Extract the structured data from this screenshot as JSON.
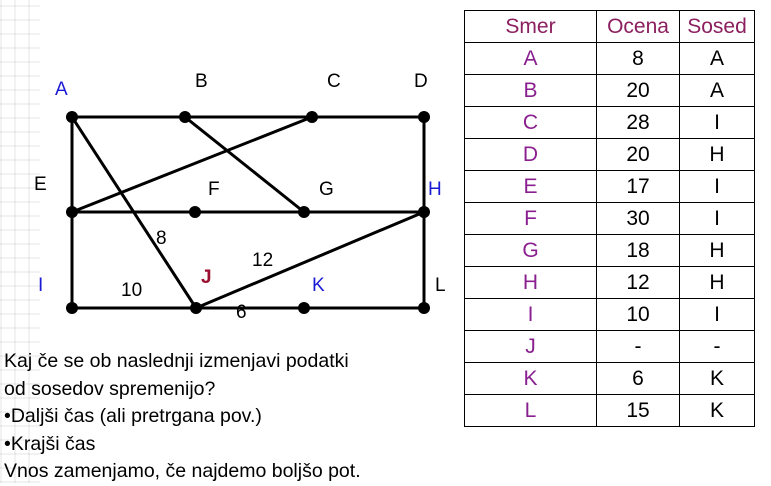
{
  "diagram": {
    "nodes": [
      {
        "id": "A",
        "label": "A",
        "color": "#1a1ad6"
      },
      {
        "id": "B",
        "label": "B",
        "color": "#000000"
      },
      {
        "id": "C",
        "label": "C",
        "color": "#000000"
      },
      {
        "id": "D",
        "label": "D",
        "color": "#000000"
      },
      {
        "id": "E",
        "label": "E",
        "color": "#000000"
      },
      {
        "id": "F",
        "label": "F",
        "color": "#000000"
      },
      {
        "id": "G",
        "label": "G",
        "color": "#000000"
      },
      {
        "id": "H",
        "label": "H",
        "color": "#1a1ad6"
      },
      {
        "id": "I",
        "label": "I",
        "color": "#1a1ad6"
      },
      {
        "id": "J",
        "label": "J",
        "color": "#9b1030"
      },
      {
        "id": "K",
        "label": "K",
        "color": "#1a1ad6"
      },
      {
        "id": "L",
        "label": "L",
        "color": "#000000"
      }
    ],
    "edge_labels": [
      {
        "id": "ja",
        "text": "8"
      },
      {
        "id": "jh",
        "text": "12"
      },
      {
        "id": "ij",
        "text": "10"
      },
      {
        "id": "jk",
        "text": "6"
      }
    ]
  },
  "notes": [
    "Kaj če se ob naslednji izmenjavi podatki",
    "od sosedov spremenijo?",
    "•Daljši čas (ali pretrgana pov.)",
    "•Krajši čas",
    "Vnos zamenjamo, če najdemo boljšo pot."
  ],
  "table": {
    "headers": [
      "Smer",
      "Ocena",
      "Sosed"
    ],
    "rows": [
      [
        "A",
        "8",
        "A"
      ],
      [
        "B",
        "20",
        "A"
      ],
      [
        "C",
        "28",
        "I"
      ],
      [
        "D",
        "20",
        "H"
      ],
      [
        "E",
        "17",
        "I"
      ],
      [
        "F",
        "30",
        "I"
      ],
      [
        "G",
        "18",
        "H"
      ],
      [
        "H",
        "12",
        "H"
      ],
      [
        "I",
        "10",
        "I"
      ],
      [
        "J",
        "-",
        "-"
      ],
      [
        "K",
        "6",
        "K"
      ],
      [
        "L",
        "15",
        "K"
      ]
    ]
  }
}
